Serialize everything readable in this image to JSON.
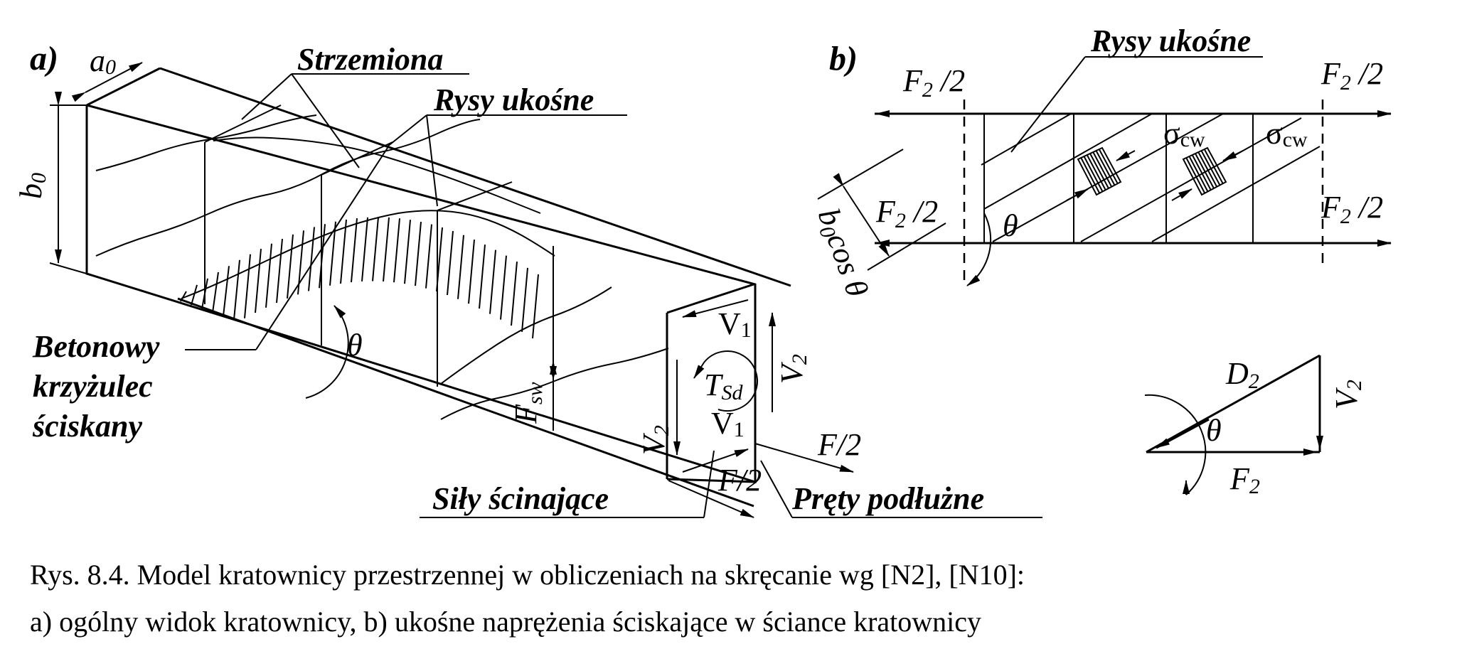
{
  "panel_a": {
    "label": "a)",
    "a0": "a",
    "a0_sub": "0",
    "b0": "b",
    "b0_sub": "0",
    "strzemiona": "Strzemiona",
    "rysy": "Rysy ukośne",
    "betonowy_1": "Betonowy",
    "betonowy_2": "krzyżulec",
    "betonowy_3": "ściskany",
    "theta": "θ",
    "fsw": "F",
    "fsw_sub": "sw",
    "v1_top": "V",
    "v1_top_sub": "1",
    "v1_bot": "V",
    "v1_bot_sub": "1",
    "v2_right": "V",
    "v2_right_sub": "2",
    "v2_left": "V",
    "v2_left_sub": "2",
    "tsd": "T",
    "tsd_sub": "Sd",
    "f2_right": "F/2",
    "f2_bottom": "F/2",
    "sily": "Siły ścinające",
    "prety": "Pręty podłużne"
  },
  "panel_b": {
    "label": "b)",
    "rysy": "Rysy ukośne",
    "f2_tl": "F",
    "f2_tr": "F",
    "f2_ml": "F",
    "f2_mr": "F",
    "f2_sub": "2",
    "f2_tail": " /2",
    "sigma_1": "σ",
    "sigma_2": "σ",
    "sigma_sub": "cw",
    "theta": "θ",
    "b0cos_b": "b",
    "b0cos_sub": "0",
    "b0cos_tail": "cos θ"
  },
  "panel_c": {
    "d2": "D",
    "d2_sub": "2",
    "v2": "V",
    "v2_sub": "2",
    "f2": "F",
    "f2_sub": "2",
    "theta": "θ"
  },
  "caption": {
    "line1": "Rys. 8.4. Model kratownicy przestrzennej w obliczeniach na skręcanie wg [N2], [N10]:",
    "line2": "a) ogólny widok kratownicy, b) ukośne naprężenia ściskające w ściance kratownicy"
  }
}
